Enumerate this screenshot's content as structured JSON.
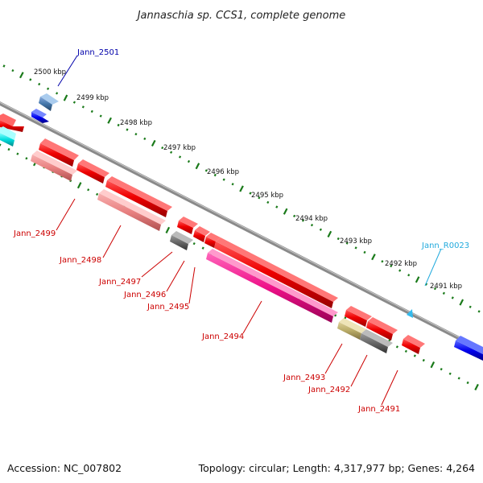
{
  "title": "Jannaschia sp. CCS1, complete genome",
  "footer": {
    "accession": "Accession: NC_007802",
    "summary": "Topology: circular; Length: 4,317,977 bp; Genes: 4,264"
  },
  "colors": {
    "backbone": "#8a8a8a",
    "tick": "#1a7a1a",
    "label_red": "#cc0000",
    "label_blue": "#0000aa",
    "label_cyan": "#22aadd"
  },
  "kbp_ticks": [
    {
      "label": "2500 kbp"
    },
    {
      "label": "2499 kbp"
    },
    {
      "label": "2498 kbp"
    },
    {
      "label": "2497 kbp"
    },
    {
      "label": "2496 kbp"
    },
    {
      "label": "2495 kbp"
    },
    {
      "label": "2494 kbp"
    },
    {
      "label": "2493 kbp"
    },
    {
      "label": "2492 kbp"
    },
    {
      "label": "2491 kbp"
    }
  ],
  "labels": {
    "jann_2501": "Jann_2501",
    "jann_r0023": "Jann_R0023",
    "jann_2499": "Jann_2499",
    "jann_2498": "Jann_2498",
    "jann_2497": "Jann_2497",
    "jann_2496": "Jann_2496",
    "jann_2495": "Jann_2495",
    "jann_2494": "Jann_2494",
    "jann_2493": "Jann_2493",
    "jann_2492": "Jann_2492",
    "jann_2491": "Jann_2491"
  }
}
